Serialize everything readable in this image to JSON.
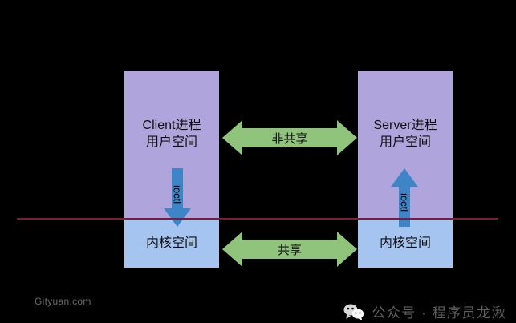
{
  "diagram": {
    "title": "Binder IPC user space / kernel space diagram",
    "colors": {
      "user_space": "#b0a4dc",
      "kernel_space": "#a6c4f0",
      "ioctl_arrow": "#3d85c6",
      "share_arrow": "#90c47d",
      "boundary_line": "#7d1b3e",
      "background": "#000000"
    },
    "columns": [
      {
        "id": "client",
        "user_space_label": "Client进程\n用户空间",
        "kernel_space_label": "内核空间",
        "ioctl_label": "ioctl",
        "ioctl_direction": "down"
      },
      {
        "id": "server",
        "user_space_label": "Server进程\n用户空间",
        "kernel_space_label": "内核空间",
        "ioctl_label": "ioctl",
        "ioctl_direction": "up"
      }
    ],
    "connectors": [
      {
        "id": "user-space-link",
        "label": "非共享",
        "direction": "bidirectional"
      },
      {
        "id": "kernel-space-link",
        "label": "共享",
        "direction": "bidirectional"
      }
    ]
  },
  "watermarks": {
    "left": "Gityuan.com",
    "right": "公众号 · 程序员龙湫",
    "right_icon": "wechat-icon"
  }
}
